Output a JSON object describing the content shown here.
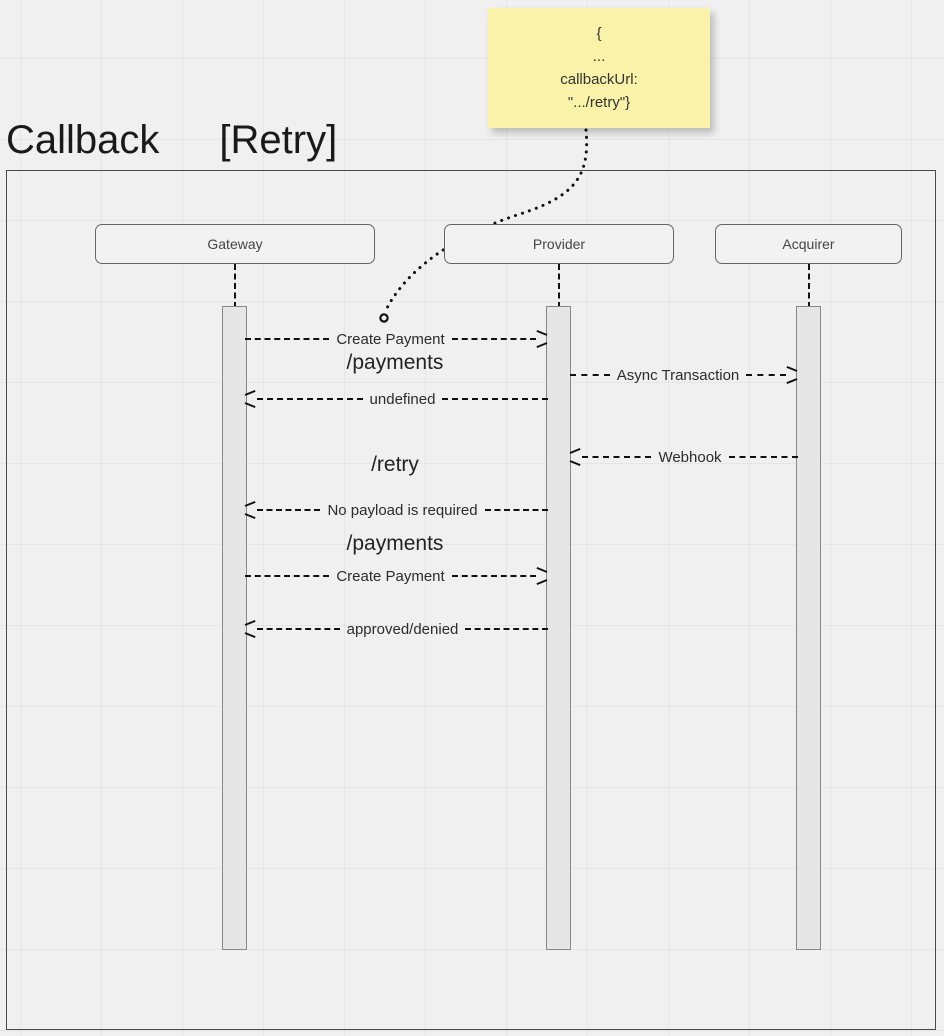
{
  "diagram": {
    "title": "Callback",
    "guard": "[Retry]",
    "note": {
      "lines": [
        "{",
        "...",
        "callbackUrl:",
        "\".../retry\"}"
      ],
      "color": "#faf2a8"
    },
    "participants": [
      {
        "name": "Gateway"
      },
      {
        "name": "Provider"
      },
      {
        "name": "Acquirer"
      }
    ],
    "messages": [
      {
        "label": "Create Payment",
        "from": "Gateway",
        "to": "Provider",
        "direction": "right",
        "style": "dashed"
      },
      {
        "label": "undefined",
        "from": "Provider",
        "to": "Gateway",
        "direction": "left",
        "style": "dashed"
      },
      {
        "label": "Async Transaction",
        "from": "Provider",
        "to": "Acquirer",
        "direction": "right",
        "style": "dashed"
      },
      {
        "label": "Webhook",
        "from": "Acquirer",
        "to": "Provider",
        "direction": "left",
        "style": "dashed"
      },
      {
        "label": "No payload is required",
        "from": "Provider",
        "to": "Gateway",
        "direction": "left",
        "style": "dashed"
      },
      {
        "label": "Create Payment",
        "from": "Gateway",
        "to": "Provider",
        "direction": "right",
        "style": "dashed"
      },
      {
        "label": "approved/denied",
        "from": "Provider",
        "to": "Gateway",
        "direction": "left",
        "style": "dashed"
      }
    ],
    "endpoint_labels": [
      {
        "text": "/payments"
      },
      {
        "text": "/retry"
      },
      {
        "text": "/payments"
      }
    ]
  }
}
